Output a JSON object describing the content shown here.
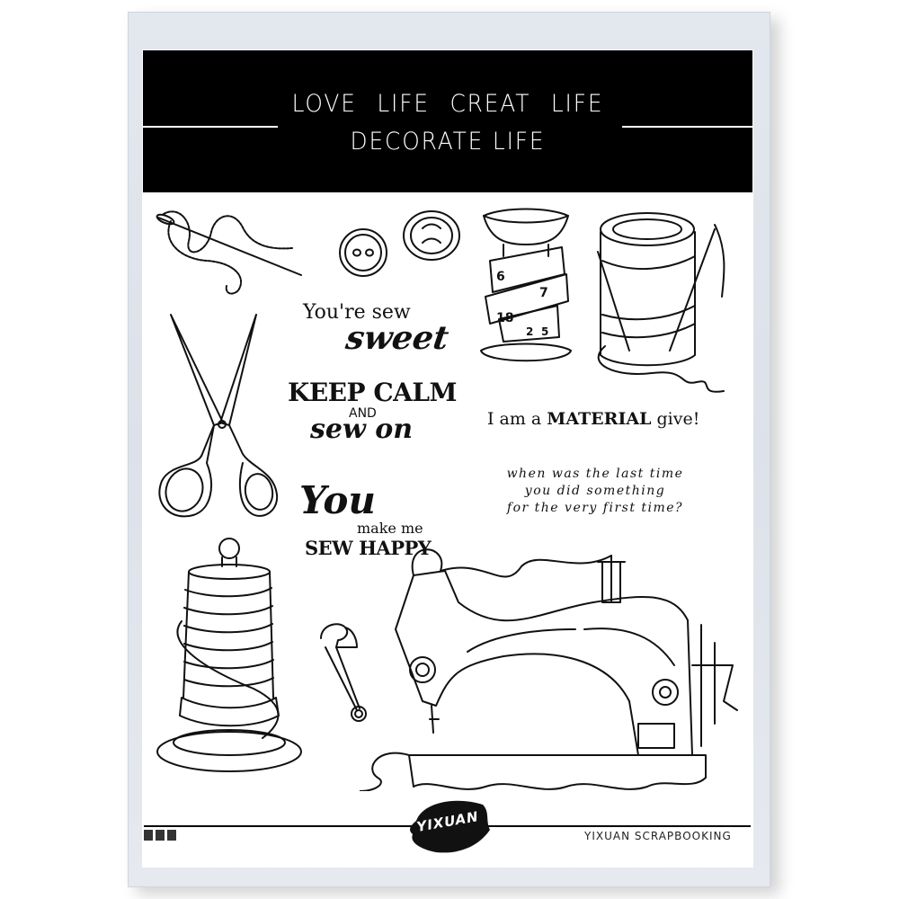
{
  "banner": {
    "line1": "LOVE LIFE   CREAT LIFE",
    "line2": "DECORATE LIFE"
  },
  "stamps": {
    "sew_sweet": {
      "line1": "You're sew",
      "line2": "sweet"
    },
    "keep_calm": {
      "line1": "KEEP CALM",
      "line2": "AND",
      "line3": "sew on"
    },
    "you_make_me": {
      "line1": "You",
      "line2": "make me",
      "line3": "SEW HAPPY"
    },
    "material": {
      "prefix": "I am a ",
      "bold": "MATERIAL",
      "suffix": " give!"
    },
    "last_time": {
      "line1": "when was the last time",
      "line2": "you did something",
      "line3": "for the very first time?"
    },
    "tape_measure_numbers": [
      "6",
      "7",
      "18",
      "2",
      "5"
    ]
  },
  "illustrations": [
    "needle-and-thread",
    "two-hole-button",
    "four-hole-button",
    "tape-measure-spool",
    "thread-spool-with-needles",
    "scissors",
    "wooden-thread-spool",
    "safety-pin",
    "sewing-machine"
  ],
  "footer": {
    "logo": "YIXUAN",
    "brand": "YIXUAN SCRAPBOOKING",
    "squares": 3
  },
  "colors": {
    "banner_bg": "#000000",
    "banner_text": "#ffffff",
    "ink": "#111111",
    "package": "#e0e4eb"
  }
}
